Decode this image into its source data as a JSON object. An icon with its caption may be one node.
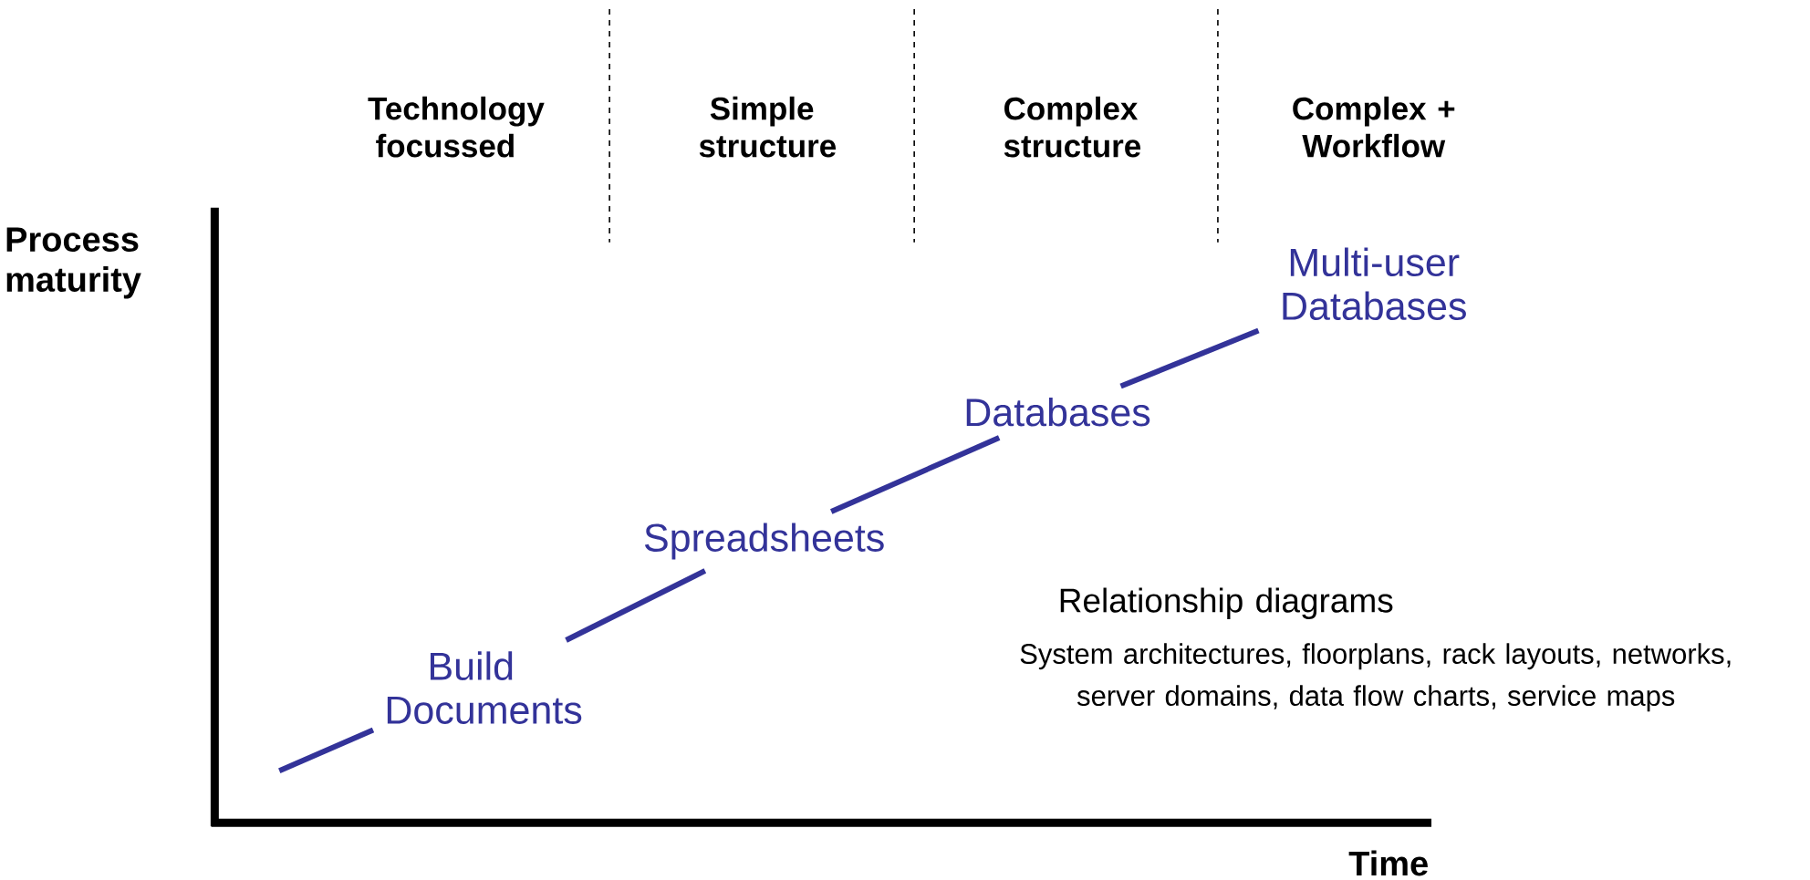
{
  "diagram": {
    "nodes": [
      {
        "text": [
          "Build Documents"
        ]
      },
      {
        "text": [
          "Spreadsheets"
        ]
      },
      {
        "text": [
          "Databases"
        ]
      },
      {
        "text": [
          "Multi-user Databases"
        ]
      }
    ],
    "edges": [
      {
        "from": null,
        "to": 0,
        "arrow": "none"
      },
      {
        "from": 0,
        "to": 1,
        "arrow": "none"
      },
      {
        "from": 1,
        "to": 2,
        "arrow": "none"
      },
      {
        "from": 2,
        "to": 3,
        "arrow": "none"
      }
    ],
    "labels": [
      "Technology focussed",
      "Simple structure",
      "Complex structure",
      "Complex + Workflow",
      "Process maturity",
      "Relationship diagrams",
      "System architectures, floorplans, rack layouts, networks, server domains, data flow charts, service maps",
      "Time"
    ]
  }
}
